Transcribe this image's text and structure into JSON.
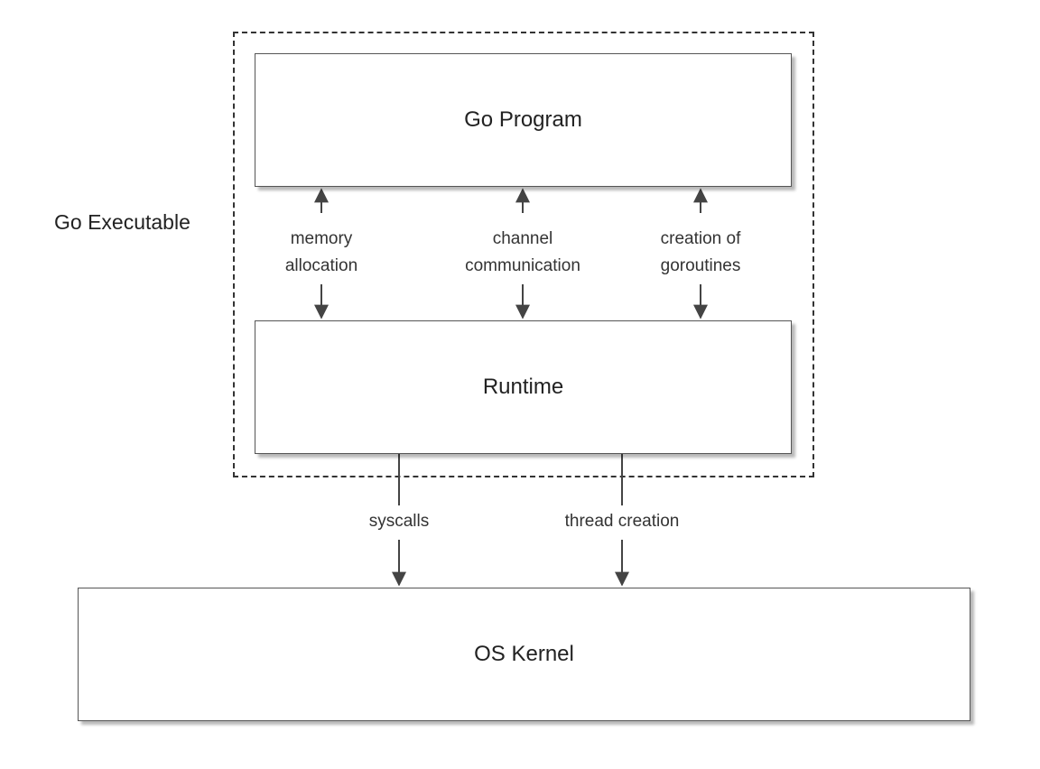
{
  "container": {
    "label": "Go Executable"
  },
  "boxes": {
    "program": "Go Program",
    "runtime": "Runtime",
    "kernel": "OS Kernel"
  },
  "links": {
    "memory": {
      "line1": "memory",
      "line2": "allocation"
    },
    "channel": {
      "line1": "channel",
      "line2": "communication"
    },
    "goroutines": {
      "line1": "creation of",
      "line2": "goroutines"
    },
    "syscalls": "syscalls",
    "thread": "thread creation"
  },
  "colors": {
    "stroke": "#444444",
    "text": "#222222",
    "background": "#ffffff"
  }
}
